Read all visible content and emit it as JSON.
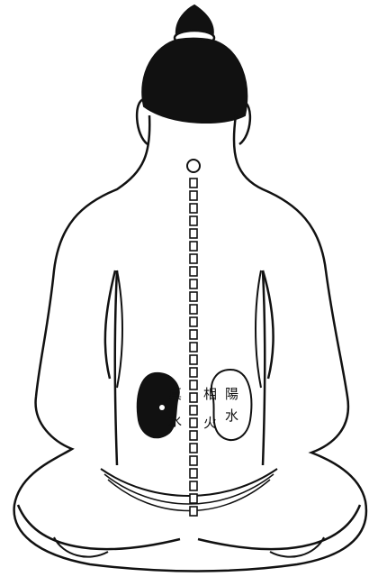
{
  "labels": {
    "left_kidney": [
      "真",
      "水"
    ],
    "center": [
      "相",
      "火"
    ],
    "right_kidney": [
      "陽",
      "水"
    ]
  },
  "colors": {
    "ink": "#111111",
    "paper": "#ffffff"
  }
}
